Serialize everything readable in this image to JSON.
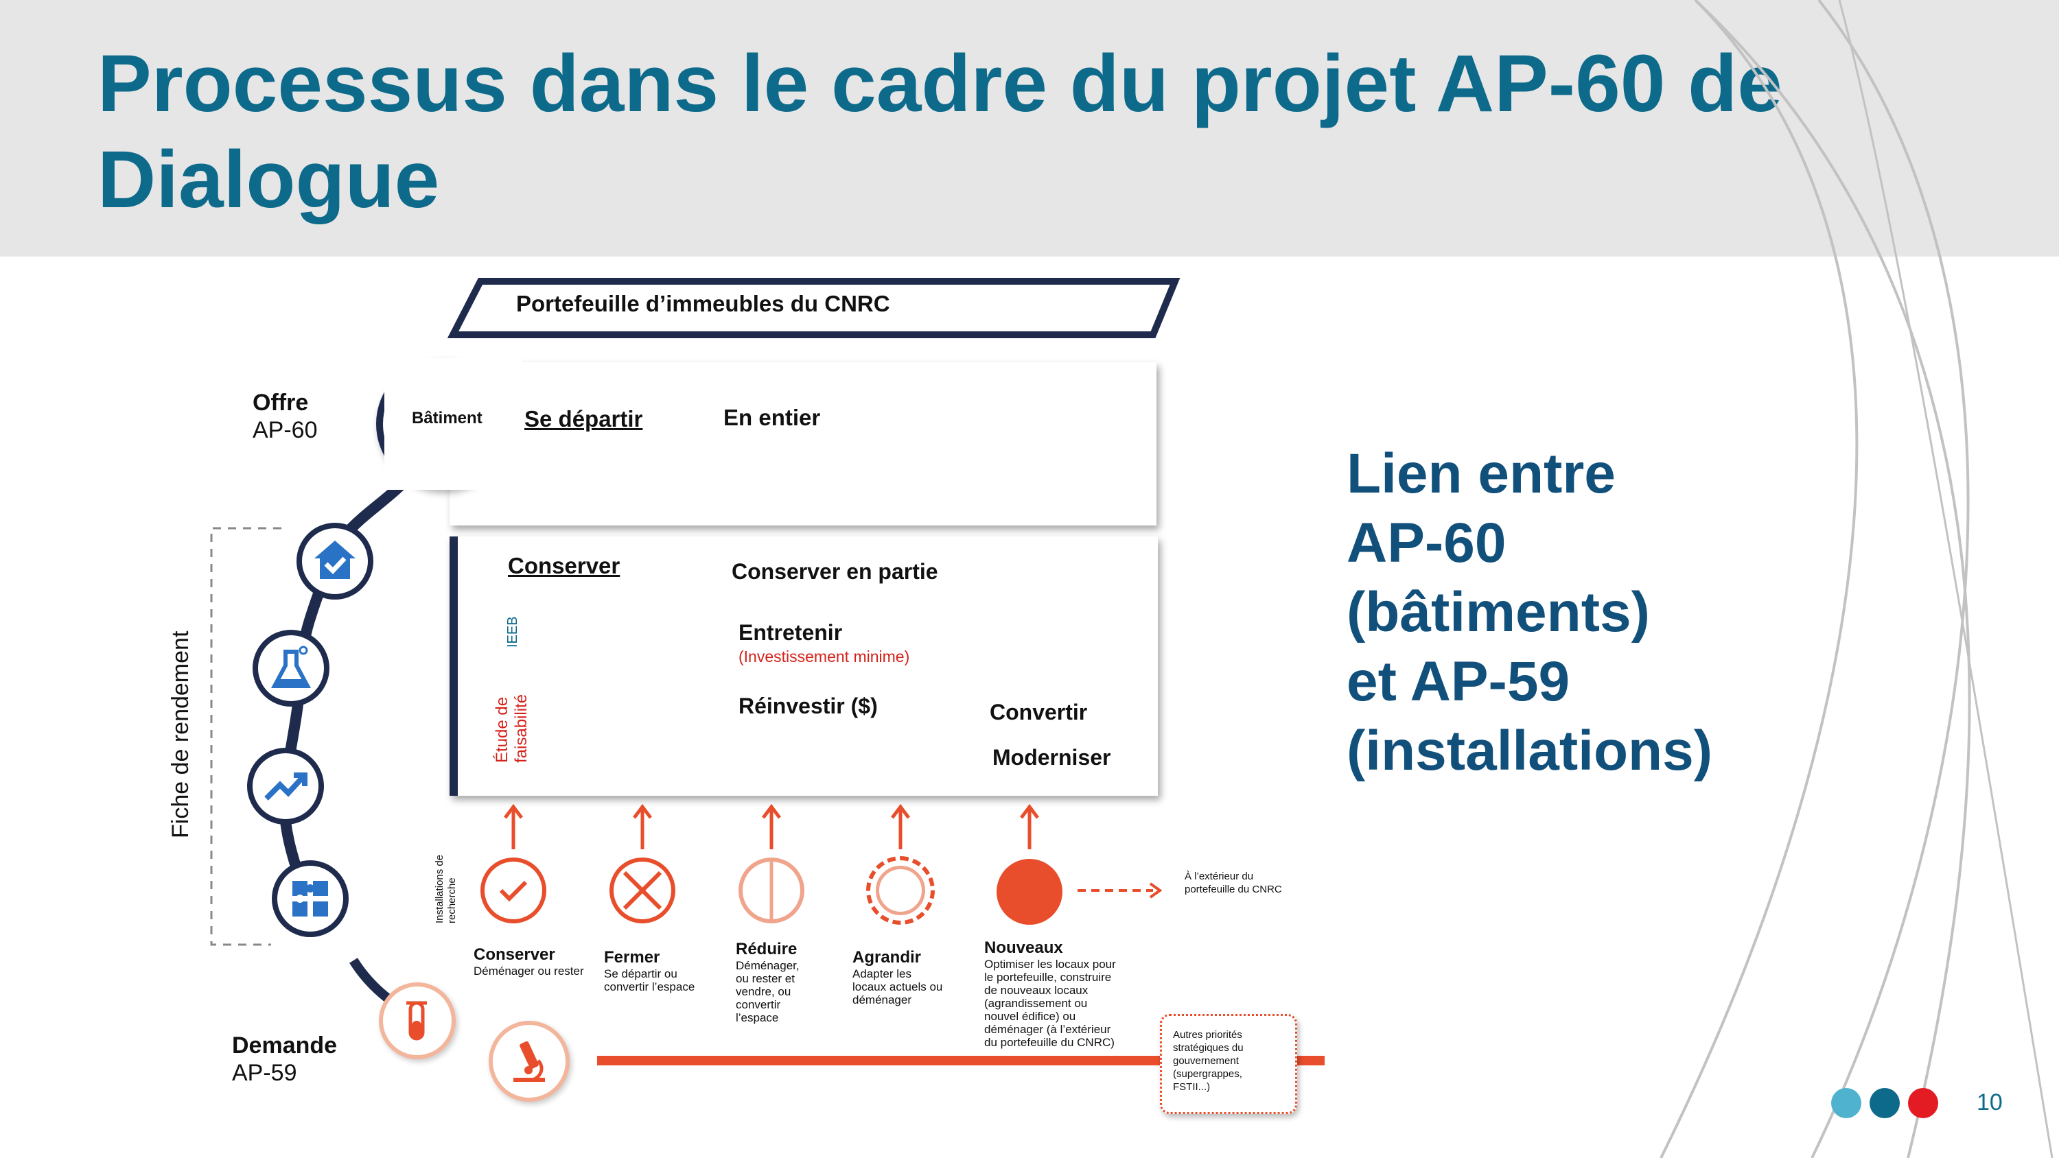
{
  "title": "Processus dans le cadre du projet AP-60 de Dialogue",
  "portfolio_banner": "Portefeuille d’immeubles du CNRC",
  "offer": {
    "label": "Offre",
    "code": "AP-60"
  },
  "demand": {
    "label": "Demande",
    "code": "AP-59"
  },
  "building_badge": "Bâtiment",
  "divest": {
    "label": "Se départir",
    "dash": "—",
    "result": "En entier"
  },
  "keep": {
    "label": "Conserver",
    "partial": "Conserver en partie",
    "maintain": "Entretenir",
    "maintain_note": "(Investissement minime)",
    "reinvest": "Réinvestir ($)",
    "convert": "Convertir",
    "modernize": "Moderniser",
    "ieeb": "IEEB",
    "feasibility": "Étude de faisabilité"
  },
  "performance_sheet": "Fiche de rendement",
  "research_facilities": "Installations de recherche",
  "actions": [
    {
      "title": "Conserver",
      "desc": [
        "Déménager ou rester"
      ]
    },
    {
      "title": "Fermer",
      "desc": [
        "Se départir ou",
        "convertir l’espace"
      ]
    },
    {
      "title": "Réduire",
      "desc": [
        "Déménager,",
        "ou rester et",
        "vendre, ou",
        "convertir",
        "l’espace"
      ]
    },
    {
      "title": "Agrandir",
      "desc": [
        "Adapter les",
        "locaux actuels ou",
        "déménager"
      ]
    },
    {
      "title": "Nouveaux",
      "desc": [
        "Optimiser les locaux pour",
        "le portefeuille, construire",
        "de nouveaux locaux",
        "(agrandissement ou",
        "nouvel édifice) ou",
        "déménager (à l’extérieur",
        "du portefeuille du CNRC)"
      ]
    }
  ],
  "outside": [
    "À l’extérieur du",
    "portefeuille du CNRC"
  ],
  "other_priorities": [
    "Autres priorités",
    "stratégiques du",
    "gouvernement",
    "(supergrappes,",
    "FSTII...)"
  ],
  "side_title": [
    "Lien entre",
    "AP-60",
    "(bâtiments)",
    "et AP-59",
    "(installations)"
  ],
  "page_number": "10",
  "colors": {
    "title": "#0d6a8a",
    "navy": "#1e2b4d",
    "orange": "#e84e2b",
    "side": "#12507c",
    "dot1": "#4fb3cf",
    "dot2": "#0d6a8a",
    "dot3": "#e31b23"
  }
}
